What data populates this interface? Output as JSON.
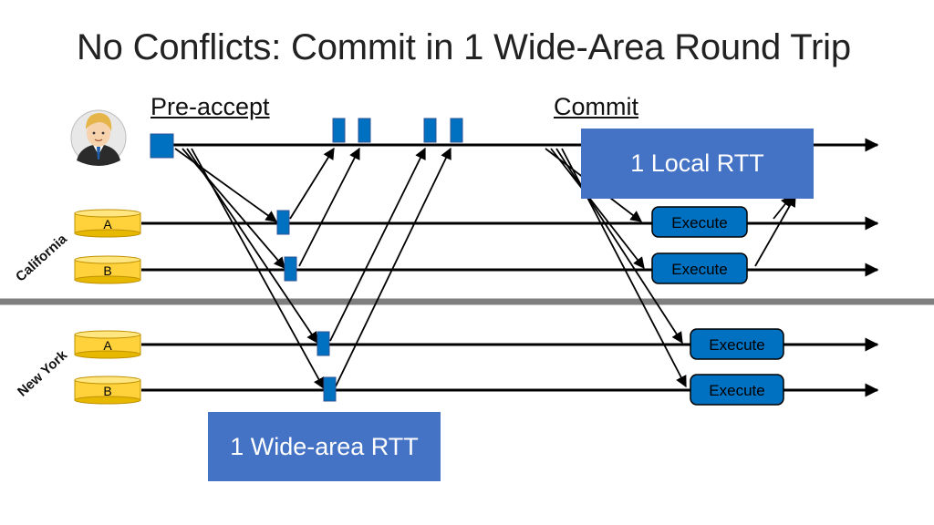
{
  "title": "No Conflicts: Commit in 1 Wide-Area Round Trip",
  "phases": {
    "preaccept": "Pre-accept",
    "commit": "Commit"
  },
  "regions": {
    "california": "California",
    "new_york": "New York"
  },
  "servers": {
    "ca_a": "A",
    "ca_b": "B",
    "ny_a": "A",
    "ny_b": "B"
  },
  "execute_label": "Execute",
  "callouts": {
    "local_rtt": "1 Local RTT",
    "wide_area_rtt": "1 Wide-area RTT"
  },
  "colors": {
    "accent": "#0070c0",
    "callout": "#4472c4",
    "server": "#ffd23c",
    "divider": "#7f7f7f"
  }
}
